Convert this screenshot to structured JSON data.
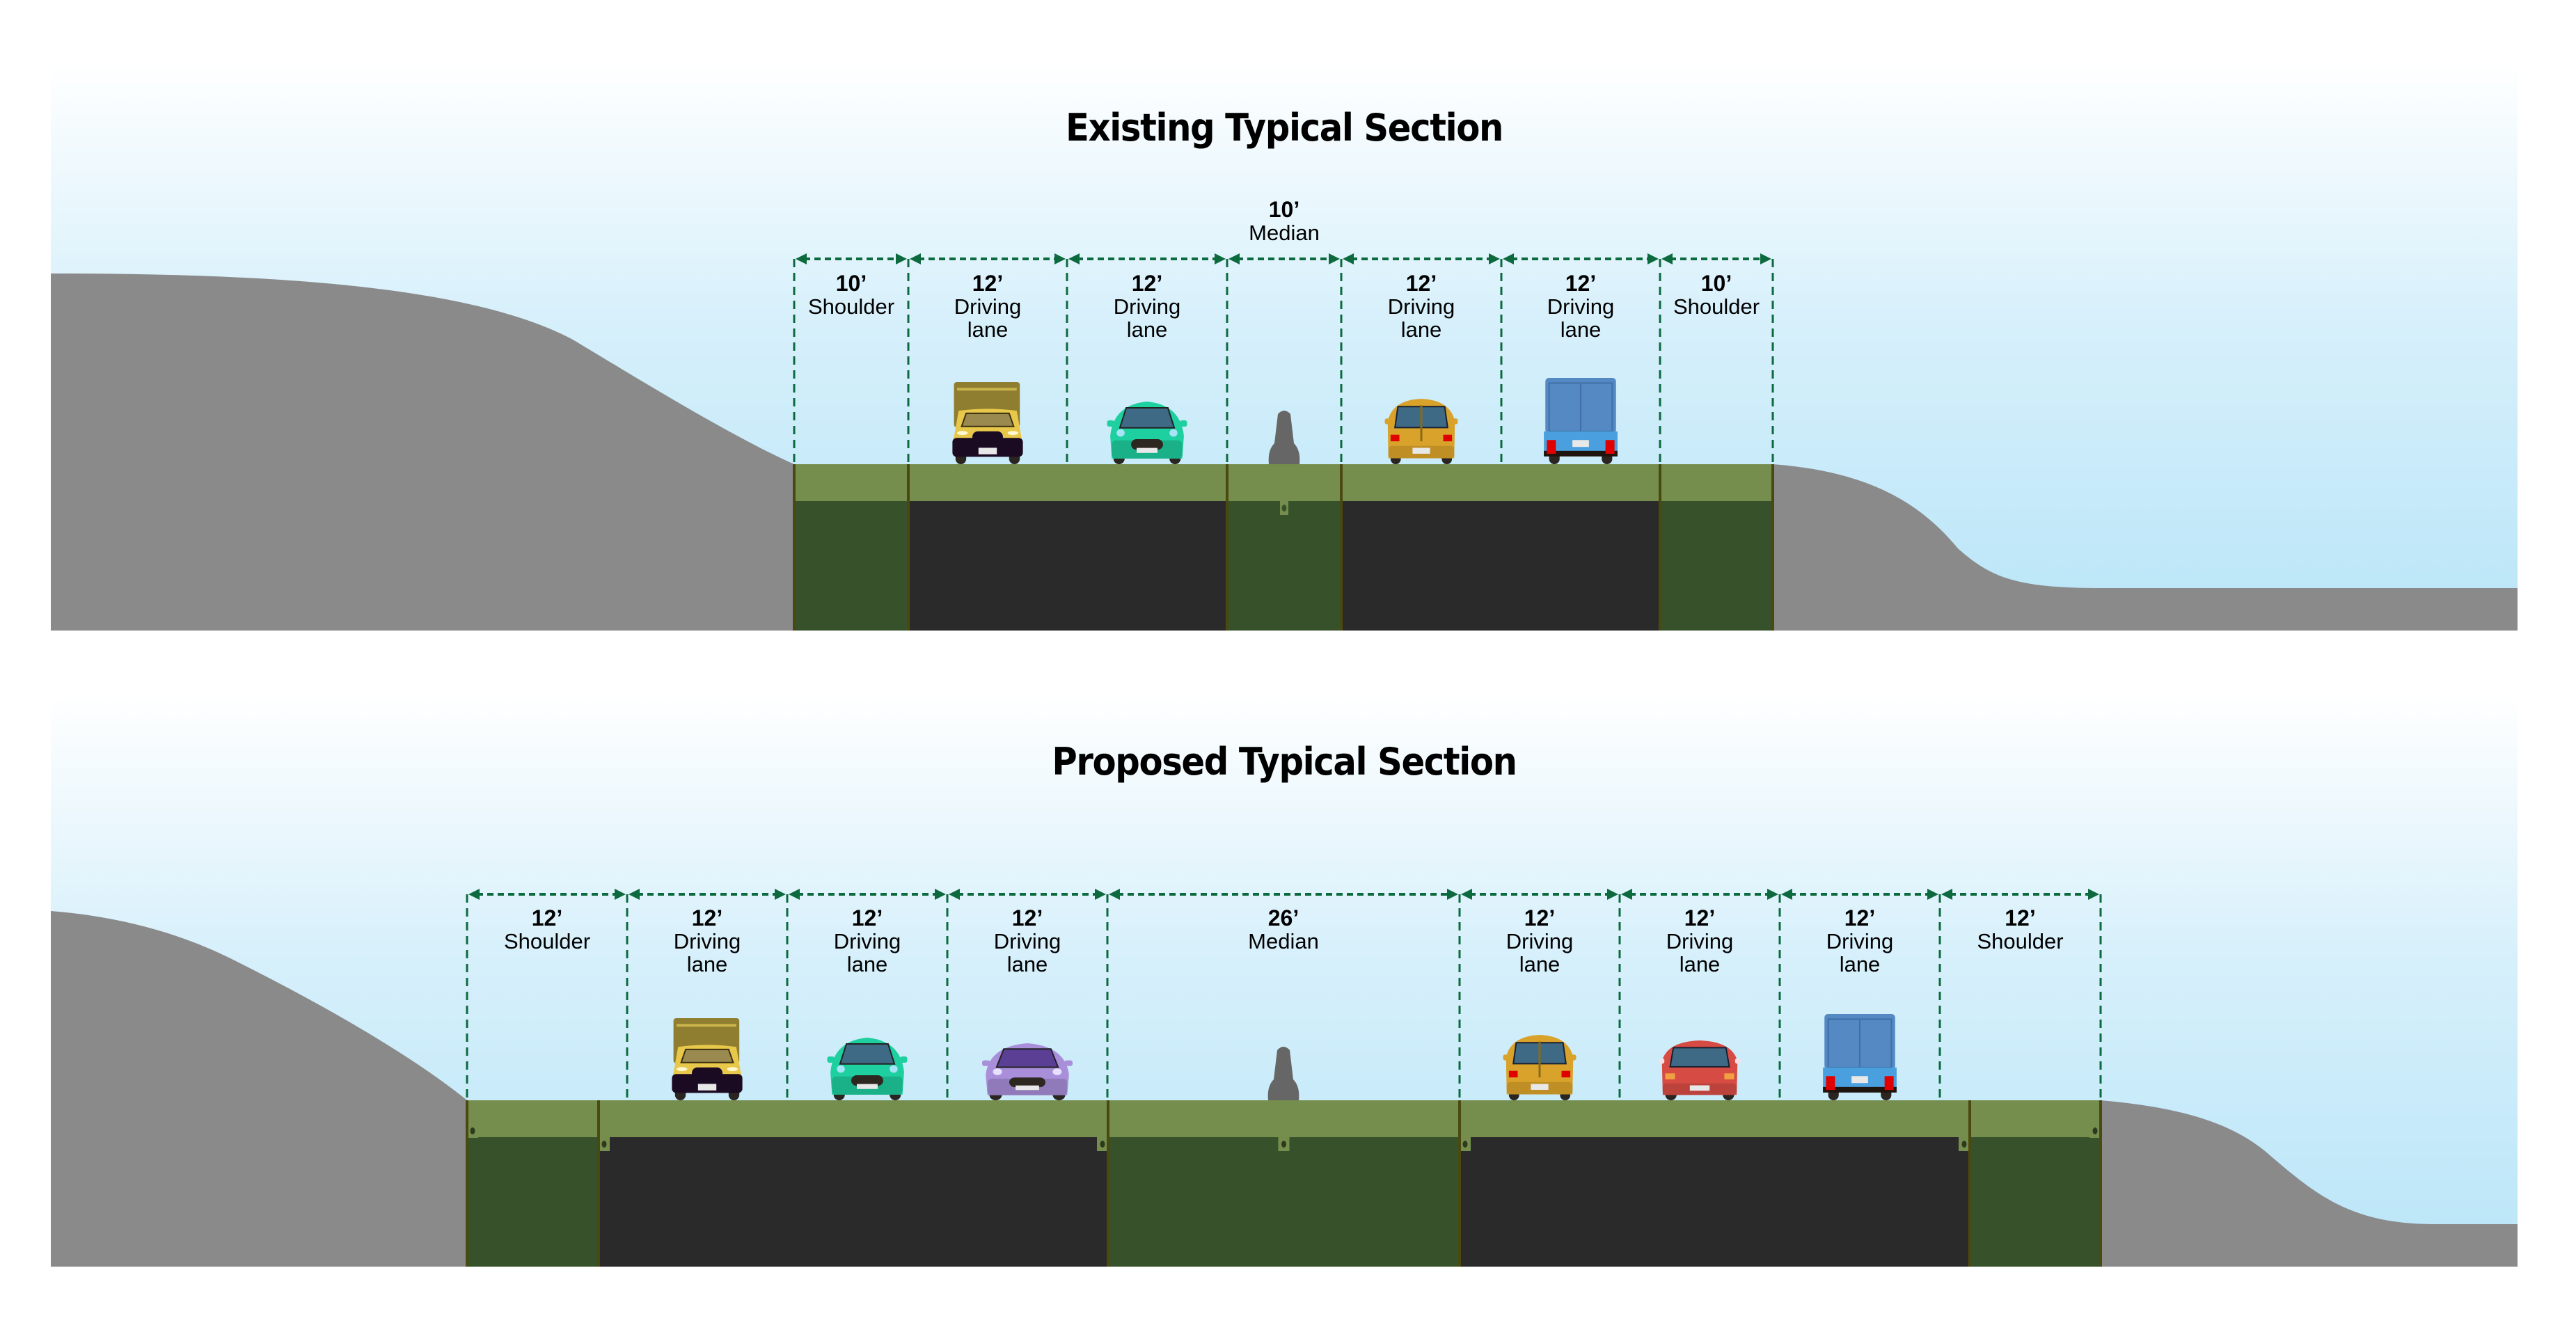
{
  "colors": {
    "sky_top": "#ffffff",
    "sky_bottom": "#b9e5f8",
    "ground": "#8a8a8a",
    "deck_top": "#758e4d",
    "deck_base": "#37522a",
    "pavement": "#2a2a2a",
    "divider": "#4a4a10",
    "dimension_line": "#0d6a3e",
    "barrier": "#666666"
  },
  "sections": [
    {
      "id": "existing",
      "title": "Existing Typical Section",
      "segments": [
        {
          "width_label": "10’",
          "name": "Shoulder",
          "name_line2": "",
          "feet": 10,
          "kind": "shoulder"
        },
        {
          "width_label": "12’",
          "name": "Driving",
          "name_line2": "lane",
          "feet": 12,
          "kind": "lane",
          "vehicle": {
            "type": "box-truck-front",
            "color": "#e8c84a"
          }
        },
        {
          "width_label": "12’",
          "name": "Driving",
          "name_line2": "lane",
          "feet": 12,
          "kind": "lane",
          "vehicle": {
            "type": "small-car-front",
            "color": "#1ecfa0"
          }
        },
        {
          "width_label": "10’",
          "name": "Median",
          "name_line2": "",
          "feet": 10,
          "kind": "median",
          "label_above": true
        },
        {
          "width_label": "12’",
          "name": "Driving",
          "name_line2": "lane",
          "feet": 12,
          "kind": "lane",
          "vehicle": {
            "type": "van-rear",
            "color": "#d9a22a"
          }
        },
        {
          "width_label": "12’",
          "name": "Driving",
          "name_line2": "lane",
          "feet": 12,
          "kind": "lane",
          "vehicle": {
            "type": "box-truck-rear",
            "color": "#5589c4"
          }
        },
        {
          "width_label": "10’",
          "name": "Shoulder",
          "name_line2": "",
          "feet": 10,
          "kind": "shoulder"
        }
      ]
    },
    {
      "id": "proposed",
      "title": "Proposed Typical Section",
      "segments": [
        {
          "width_label": "12’",
          "name": "Shoulder",
          "name_line2": "",
          "feet": 12,
          "kind": "shoulder"
        },
        {
          "width_label": "12’",
          "name": "Driving",
          "name_line2": "lane",
          "feet": 12,
          "kind": "lane",
          "vehicle": {
            "type": "box-truck-front",
            "color": "#e8c84a"
          }
        },
        {
          "width_label": "12’",
          "name": "Driving",
          "name_line2": "lane",
          "feet": 12,
          "kind": "lane",
          "vehicle": {
            "type": "small-car-front",
            "color": "#1ecfa0"
          }
        },
        {
          "width_label": "12’",
          "name": "Driving",
          "name_line2": "lane",
          "feet": 12,
          "kind": "lane",
          "vehicle": {
            "type": "sedan-front",
            "color": "#a98fda"
          }
        },
        {
          "width_label": "26’",
          "name": "Median",
          "name_line2": "",
          "feet": 26,
          "kind": "median"
        },
        {
          "width_label": "12’",
          "name": "Driving",
          "name_line2": "lane",
          "feet": 12,
          "kind": "lane",
          "vehicle": {
            "type": "van-rear",
            "color": "#d9a22a"
          }
        },
        {
          "width_label": "12’",
          "name": "Driving",
          "name_line2": "lane",
          "feet": 12,
          "kind": "lane",
          "vehicle": {
            "type": "hatchback-rear",
            "color": "#d64b44"
          }
        },
        {
          "width_label": "12’",
          "name": "Driving",
          "name_line2": "lane",
          "feet": 12,
          "kind": "lane",
          "vehicle": {
            "type": "box-truck-rear",
            "color": "#5589c4"
          }
        },
        {
          "width_label": "12’",
          "name": "Shoulder",
          "name_line2": "",
          "feet": 12,
          "kind": "shoulder"
        }
      ]
    }
  ]
}
